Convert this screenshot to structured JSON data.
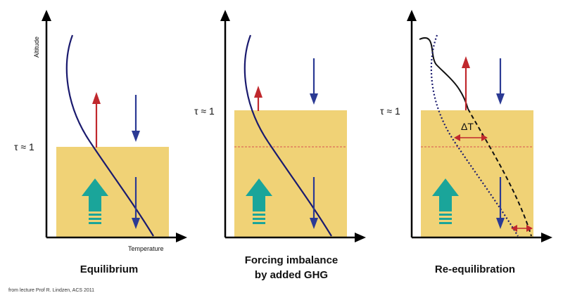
{
  "panels": [
    {
      "title_lines": [
        "Equilibrium"
      ],
      "tau_label": "τ ≈ 1",
      "y_axis_label": "Altitude",
      "x_axis_label": "Temperature"
    },
    {
      "title_lines": [
        "Forcing imbalance",
        "by added GHG"
      ],
      "tau_label": "τ ≈ 1"
    },
    {
      "title_lines": [
        "Re-equilibration"
      ],
      "tau_label": "τ ≈ 1",
      "delta_label": "ΔT"
    }
  ],
  "credit": "from lecture Prof R. Lindzen, ACS 2011",
  "colors": {
    "box_fill": "#f0d276",
    "profile": "#1a1a6e",
    "up_arrow": "#c0282d",
    "down_arrow": "#2b3a94",
    "surface_arrow": "#1aa59a",
    "dotted_line": "#d9534f"
  }
}
